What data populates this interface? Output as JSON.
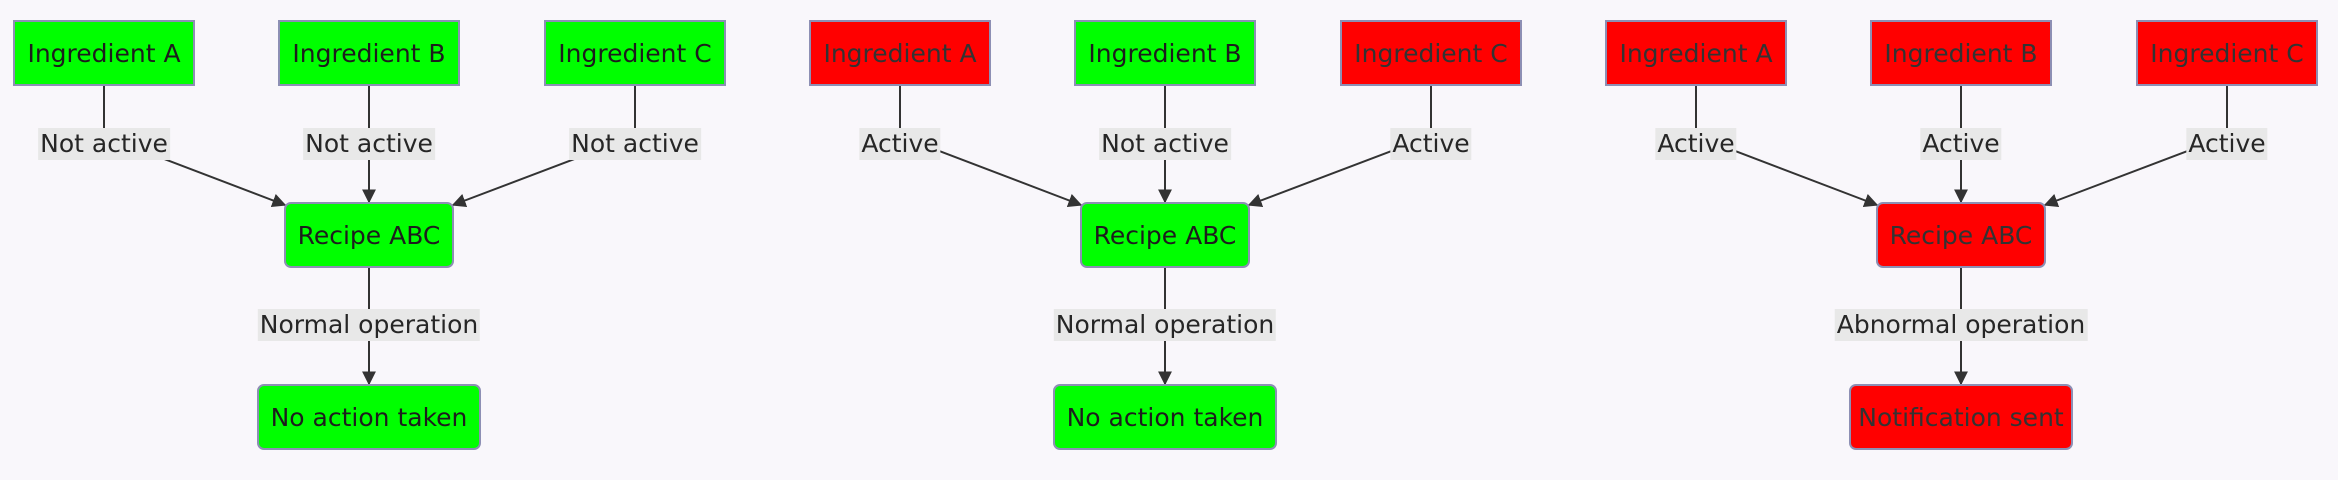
{
  "diagrams": [
    {
      "ingredients": [
        {
          "label": "Ingredient A",
          "state": "green"
        },
        {
          "label": "Ingredient B",
          "state": "green"
        },
        {
          "label": "Ingredient C",
          "state": "green"
        }
      ],
      "edge_labels": [
        "Not active",
        "Not active",
        "Not active"
      ],
      "recipe": {
        "label": "Recipe ABC",
        "state": "green"
      },
      "operation_label": "Normal operation",
      "outcome": {
        "label": "No action taken",
        "state": "green"
      }
    },
    {
      "ingredients": [
        {
          "label": "Ingredient A",
          "state": "red"
        },
        {
          "label": "Ingredient B",
          "state": "green"
        },
        {
          "label": "Ingredient C",
          "state": "red"
        }
      ],
      "edge_labels": [
        "Active",
        "Not active",
        "Active"
      ],
      "recipe": {
        "label": "Recipe ABC",
        "state": "green"
      },
      "operation_label": "Normal operation",
      "outcome": {
        "label": "No action taken",
        "state": "green"
      }
    },
    {
      "ingredients": [
        {
          "label": "Ingredient A",
          "state": "red"
        },
        {
          "label": "Ingredient B",
          "state": "red"
        },
        {
          "label": "Ingredient C",
          "state": "red"
        }
      ],
      "edge_labels": [
        "Active",
        "Active",
        "Active"
      ],
      "recipe": {
        "label": "Recipe ABC",
        "state": "red"
      },
      "operation_label": "Abnormal operation",
      "outcome": {
        "label": "Notification sent",
        "state": "red"
      }
    }
  ],
  "colors": {
    "active": "#ff0000",
    "inactive": "#00ff00",
    "border": "#8d8fb4",
    "edge": "#333333",
    "label_bg": "#e8e8e8"
  }
}
